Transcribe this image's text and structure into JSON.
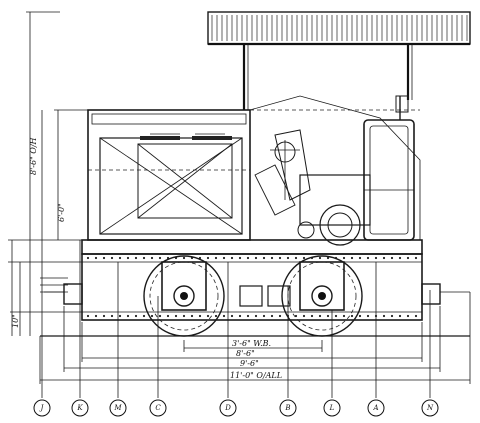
{
  "dimensions": {
    "wheelbase": "3'-6\" W.B.",
    "length_frame": "8'-6\"",
    "length_buffers": "9'-6\"",
    "overall_length": "11'-0\" O/ALL",
    "overall_height": "8'-6\" O/H",
    "cab_height": "6'-0\"",
    "frame_height": "10\""
  },
  "callouts": [
    "J",
    "K",
    "M",
    "C",
    "D",
    "B",
    "L",
    "A",
    "N"
  ],
  "colors": {
    "ink": "#1a1a1a",
    "paper": "#ffffff"
  }
}
